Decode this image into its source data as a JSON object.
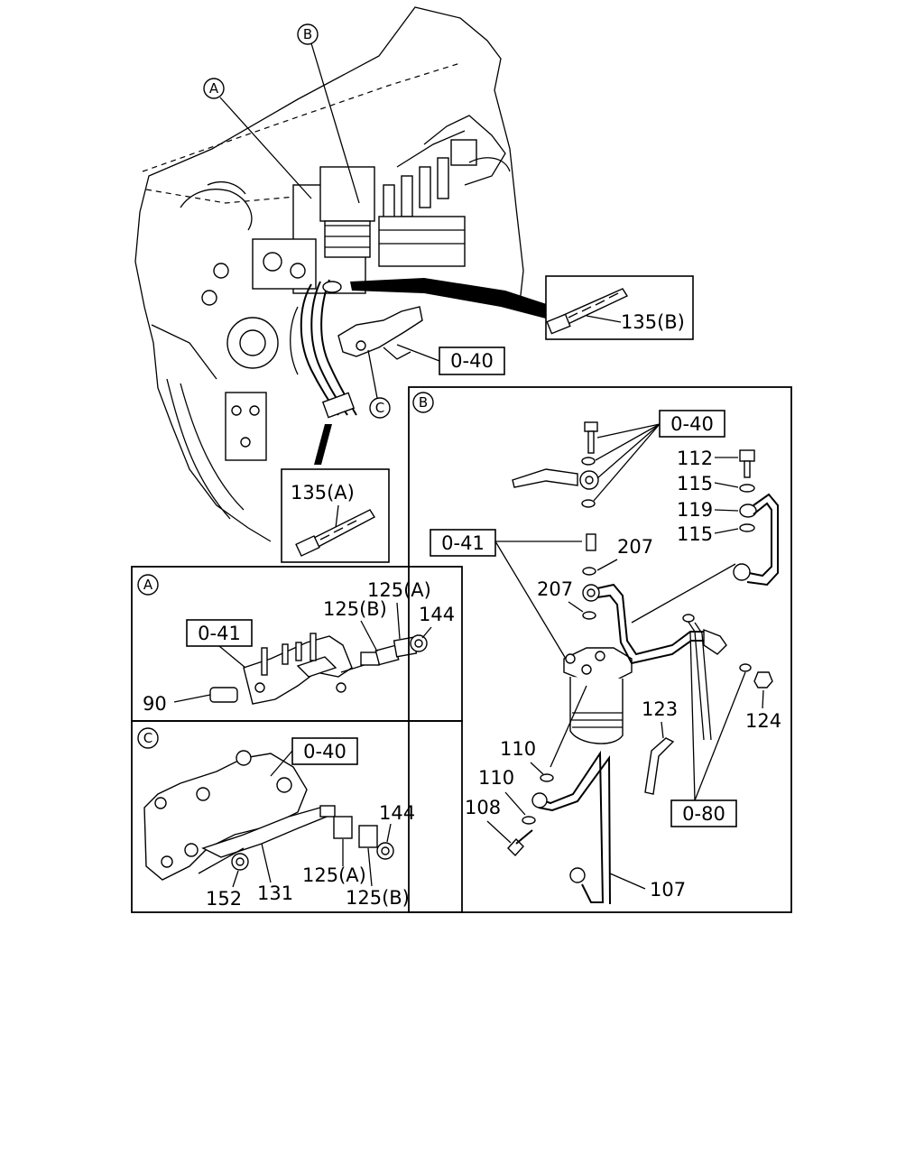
{
  "views": {
    "A": "A",
    "B": "B",
    "C": "C"
  },
  "refs": {
    "r040": "0-40",
    "r041": "0-41",
    "r080": "0-80"
  },
  "parts": {
    "p135A": "135(A)",
    "p135B": "135(B)",
    "p90": "90",
    "p125A": "125(A)",
    "p125B": "125(B)",
    "p144": "144",
    "p152": "152",
    "p131": "131",
    "p112": "112",
    "p115": "115",
    "p119": "119",
    "p207": "207",
    "p110": "110",
    "p108": "108",
    "p107": "107",
    "p123": "123",
    "p124": "124"
  }
}
